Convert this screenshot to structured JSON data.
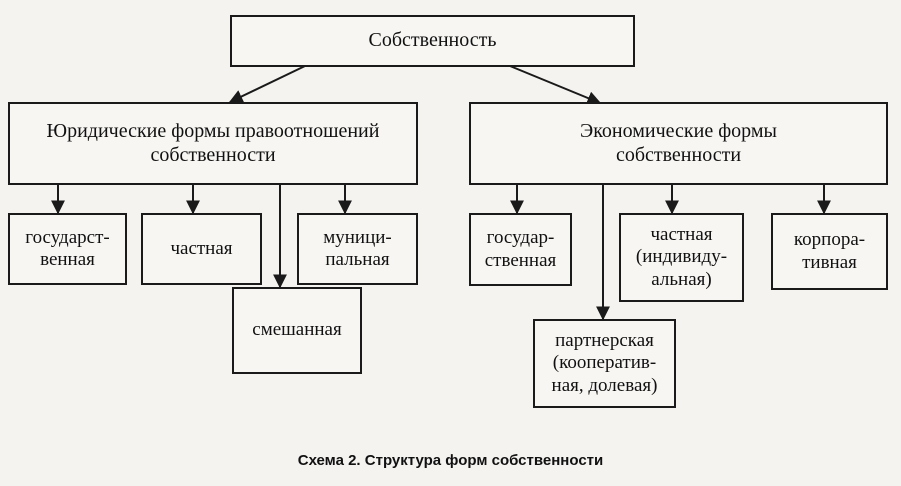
{
  "root": {
    "label": "Собственность"
  },
  "left_branch": {
    "label": "Юридические формы правоотношений\nсобственности",
    "children": [
      "государст-\nвенная",
      "частная",
      "муници-\nпальная",
      "смешанная"
    ]
  },
  "right_branch": {
    "label": "Экономические формы\nсобственности",
    "children": [
      "государ-\nственная",
      "частная\n(индивиду-\nальная)",
      "корпора-\nтивная",
      "партнерская\n(кооператив-\nная, долевая)"
    ]
  },
  "caption": "Схема 2. Структура форм собственности"
}
